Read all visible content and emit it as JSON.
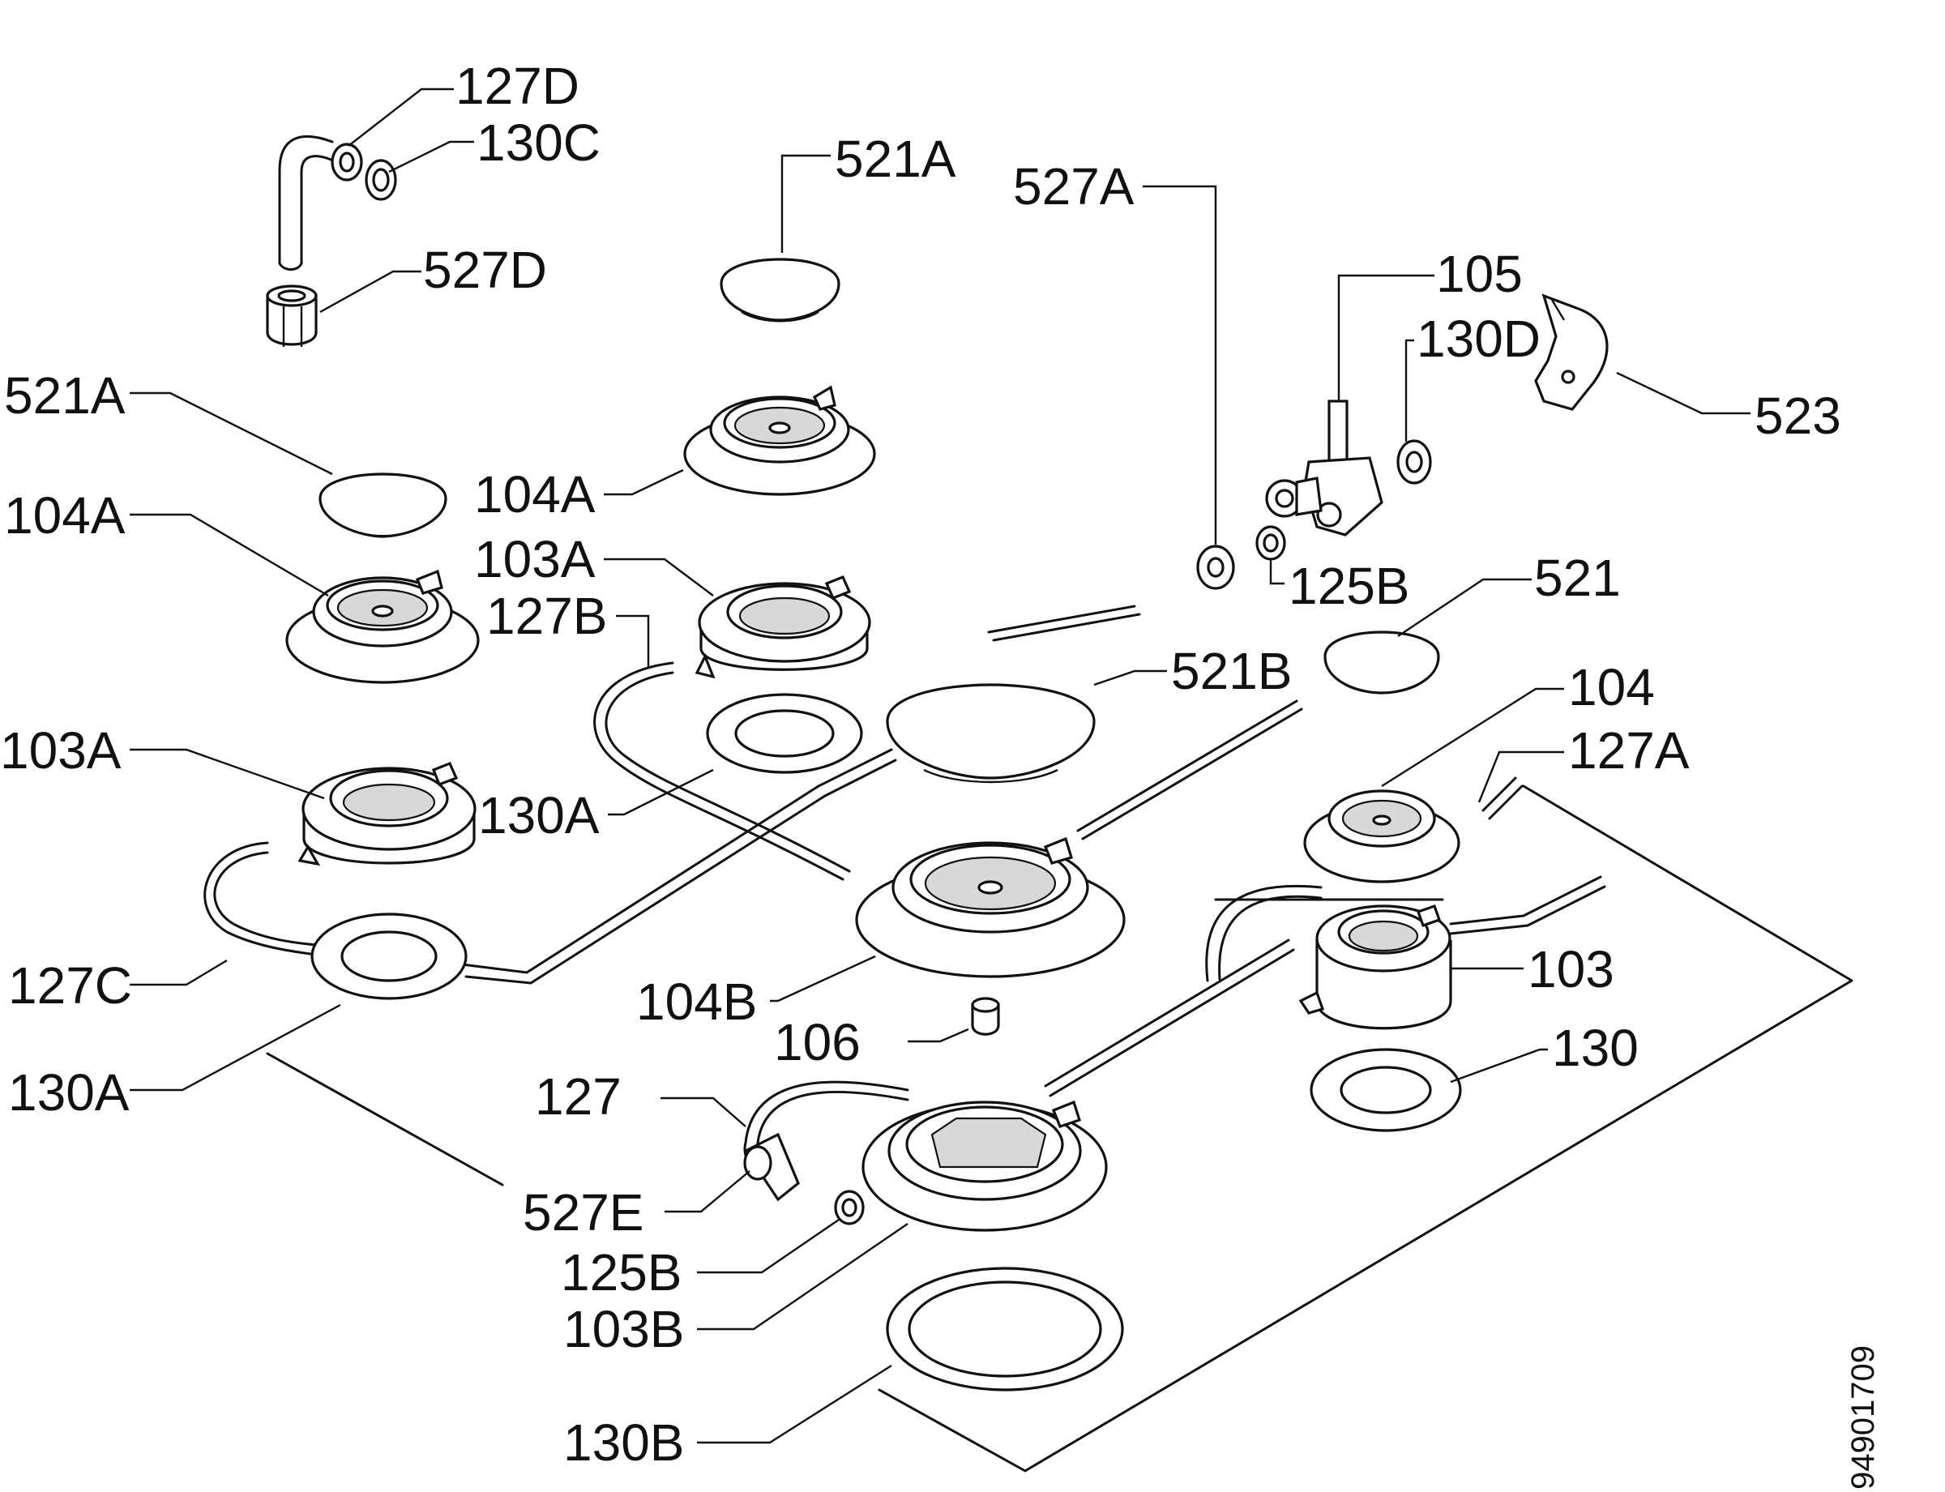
{
  "diagram": {
    "drawing_code": "94901709",
    "labels": {
      "l127D": "127D",
      "l130C": "130C",
      "l527D": "527D",
      "l521A_top": "521A",
      "l527A": "527A",
      "l105": "105",
      "l130D": "130D",
      "l523": "523",
      "l521A_left": "521A",
      "l104A_left": "104A",
      "l104A_mid": "104A",
      "l103A_mid": "103A",
      "l127B": "127B",
      "l125B_top": "125B",
      "l521": "521",
      "l521B": "521B",
      "l104": "104",
      "l127A": "127A",
      "l103A_left": "103A",
      "l130A_mid": "130A",
      "l103": "103",
      "l127C": "127C",
      "l104B": "104B",
      "l106": "106",
      "l130": "130",
      "l130A_left": "130A",
      "l127": "127",
      "l527E": "527E",
      "l125B_bottom": "125B",
      "l103B": "103B",
      "l130B": "130B"
    }
  }
}
